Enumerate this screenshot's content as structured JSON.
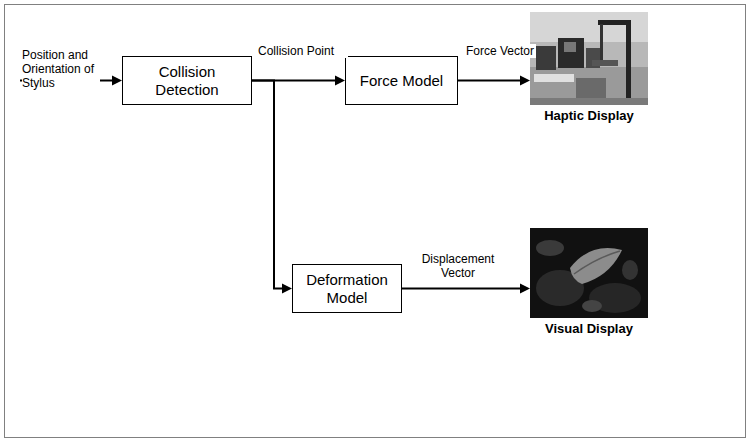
{
  "diagram": {
    "nodes": [
      {
        "text": [
          "Collision Detection"
        ]
      },
      {
        "text": [
          "Force Model"
        ]
      },
      {
        "text": [
          "Haptic Display"
        ]
      },
      {
        "text": [
          "Deformation Model"
        ]
      },
      {
        "text": [
          "Visual Display"
        ]
      }
    ],
    "edges": [
      {
        "from": 0,
        "to": 1,
        "arrow": "to",
        "label": "Collision Point"
      },
      {
        "from": 1,
        "to": 2,
        "arrow": "to",
        "label": "Force Vector"
      },
      {
        "from": 0,
        "to": 3,
        "arrow": "to"
      },
      {
        "from": 3,
        "to": 4,
        "arrow": "to",
        "label": "Displacement Vector"
      }
    ],
    "labels": [
      "Position and Orientation of Stylus"
    ]
  }
}
